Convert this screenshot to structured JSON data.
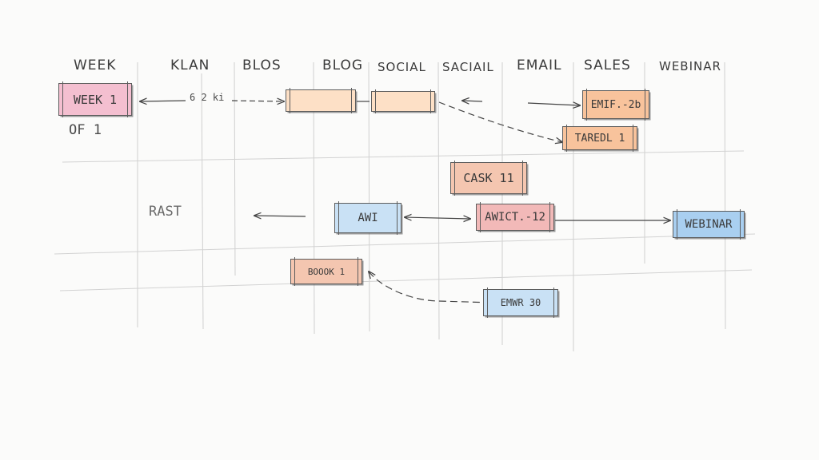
{
  "headers": [
    "WEEK",
    "KLAN",
    "BLOS",
    "BLOG",
    "SOCIAL",
    "SACIAIL",
    "EMAIL",
    "SALES",
    "WEBINAR"
  ],
  "cards": {
    "week1": "WEEK 1",
    "blog_task": "",
    "social_task": "",
    "email_task": "EMIF.-2b",
    "sales_task": "TAREDL 1",
    "cask_task": "CASK 11",
    "awi_task": "AWI",
    "awict_task": "AWICT.-12",
    "webinar_task": "WEBINAR",
    "book_task": "BOOOK 1",
    "emwr_task": "EMWR 30"
  },
  "labels": {
    "of_label": "OF 1",
    "arrow_note": "6 2 ki",
    "side_note": "RAST"
  },
  "colors": {
    "pink": "#f4bfd0",
    "peach": "#fde0c6",
    "orange": "#f8c39c",
    "blue": "#c9e1f5",
    "webinar_blue": "#a9cff0",
    "ink": "#3a3a3a"
  }
}
